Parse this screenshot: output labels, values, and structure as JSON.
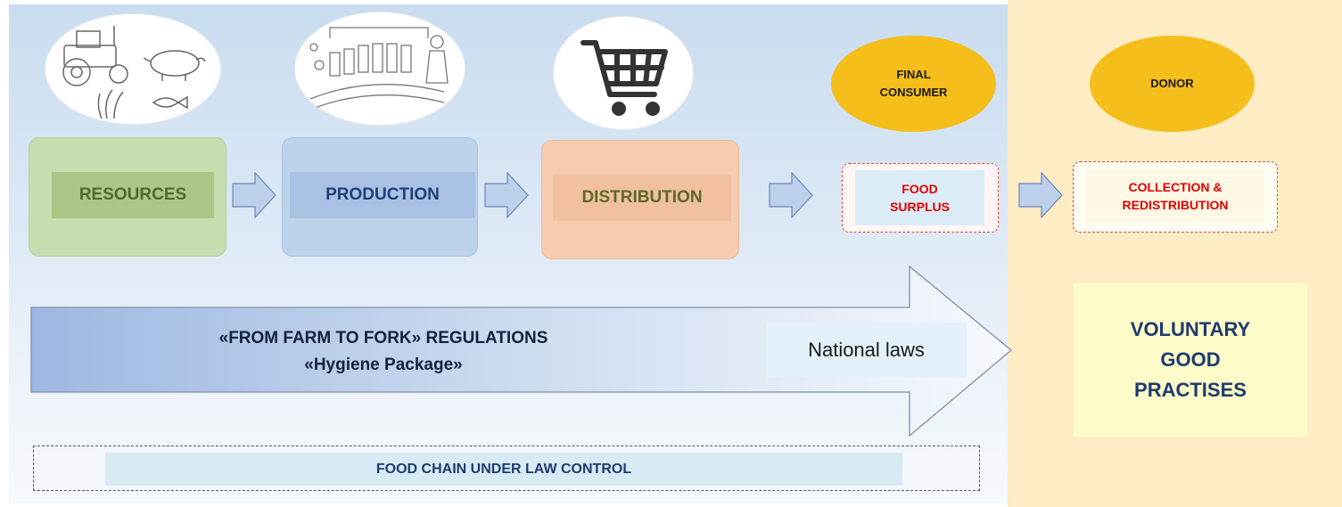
{
  "stages": {
    "resources": "RESOURCES",
    "production": "PRODUCTION",
    "distribution": "DISTRIBUTION"
  },
  "actors": {
    "final_consumer": "FINAL CONSUMER",
    "donor": "DONOR"
  },
  "outcomes": {
    "food_surplus": "FOOD SURPLUS",
    "collection": "COLLECTION & REDISTRIBUTION"
  },
  "regulations": {
    "line1": "«FROM FARM TO FORK» REGULATIONS",
    "line2": "«Hygiene Package»",
    "national_laws": "National laws"
  },
  "voluntary": "VOLUNTARY GOOD PRACTISES",
  "footer": "FOOD CHAIN UNDER LAW CONTROL",
  "colors": {
    "resources_fill": "#c7ddb0",
    "resources_text": "#4e6a2c",
    "production_fill": "#bcd3ea",
    "production_text": "#1f3f7a",
    "distribution_fill": "#f6ccb0",
    "distribution_text": "#5b6a23",
    "actor_gold": "#f5be1a",
    "surplus_text": "#e00000",
    "right_panel": "#fdecc4"
  },
  "icons": [
    "farm-sketch-icon",
    "factory-sketch-icon",
    "shopping-cart-icon"
  ]
}
